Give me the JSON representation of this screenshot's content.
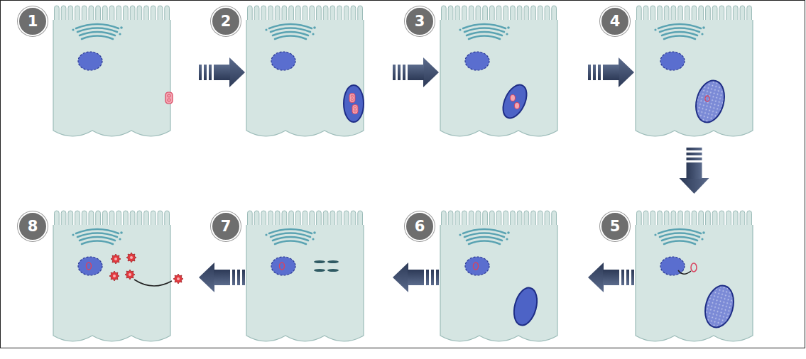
{
  "diagram": {
    "nodes": [
      {
        "text": [
          "1"
        ]
      },
      {
        "text": [
          "2"
        ]
      },
      {
        "text": [
          "3"
        ]
      },
      {
        "text": [
          "4"
        ]
      },
      {
        "text": [
          "5"
        ]
      },
      {
        "text": [
          "6"
        ]
      },
      {
        "text": [
          "7"
        ]
      },
      {
        "text": [
          "8"
        ]
      }
    ],
    "edges": [
      {
        "from": 0,
        "to": 1,
        "arrow": "to"
      },
      {
        "from": 1,
        "to": 2,
        "arrow": "to"
      },
      {
        "from": 2,
        "to": 3,
        "arrow": "to"
      },
      {
        "from": 3,
        "to": 4,
        "arrow": "to"
      },
      {
        "from": 4,
        "to": 5,
        "arrow": "to"
      },
      {
        "from": 5,
        "to": 6,
        "arrow": "to"
      },
      {
        "from": 6,
        "to": 7,
        "arrow": "to"
      }
    ]
  }
}
